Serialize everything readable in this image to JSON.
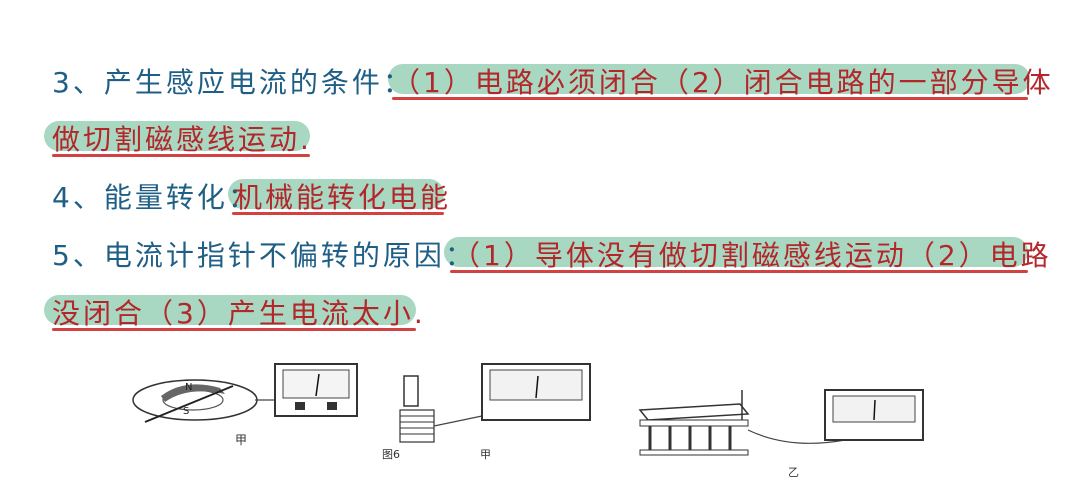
{
  "notes": [
    {
      "label": "3、产生感应电流的条件：",
      "answer": "（1）电路必须闭合（2）闭合电路的一部分导体"
    },
    {
      "label": "",
      "answer": "做切割磁感线运动."
    },
    {
      "label": "4、能量转化：",
      "answer": "机械能转化电能"
    },
    {
      "label": "5、电流计指针不偏转的原因：",
      "answer": "（1）导体没有做切割磁感线运动（2）电路"
    },
    {
      "label": "",
      "answer": "没闭合（3）产生电流太小."
    }
  ],
  "figures": {
    "fig1_caption": "甲",
    "fig1_n": "N",
    "fig1_s": "S",
    "fig2_number": "图6",
    "fig2_caption": "甲",
    "fig3_caption": "乙"
  },
  "colors": {
    "label": "#1f5f86",
    "answer": "#b3262a",
    "highlight": "#a9d8c2",
    "underline": "#d24242"
  }
}
